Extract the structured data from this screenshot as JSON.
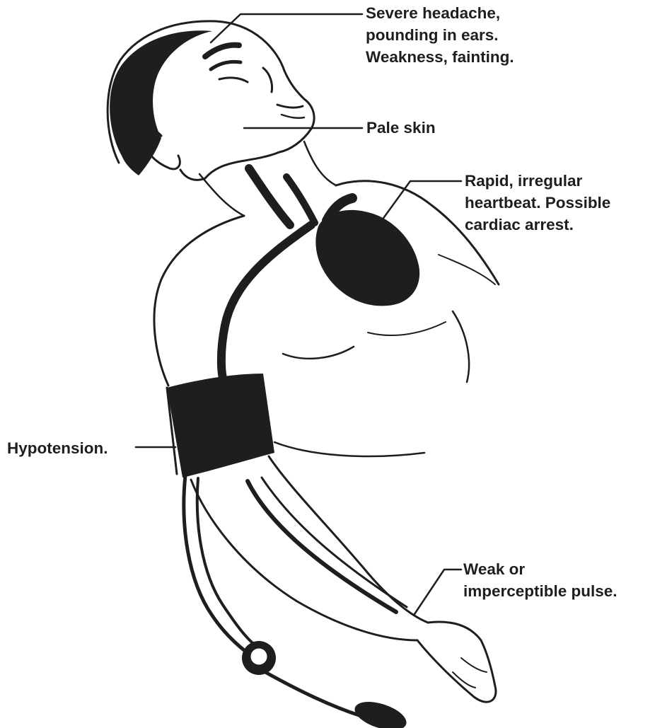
{
  "colors": {
    "ink": "#1e1e1e",
    "background": "#ffffff"
  },
  "callouts": {
    "head": {
      "lines": [
        "Severe headache,",
        "pounding in ears.",
        "Weakness, fainting."
      ]
    },
    "skin": {
      "lines": [
        "Pale skin"
      ]
    },
    "heart": {
      "lines": [
        "Rapid, irregular",
        "heartbeat. Possible",
        "cardiac arrest."
      ]
    },
    "pressure": {
      "lines": [
        "Hypotension."
      ]
    },
    "pulse": {
      "lines": [
        "Weak or",
        "imperceptible pulse."
      ]
    }
  }
}
